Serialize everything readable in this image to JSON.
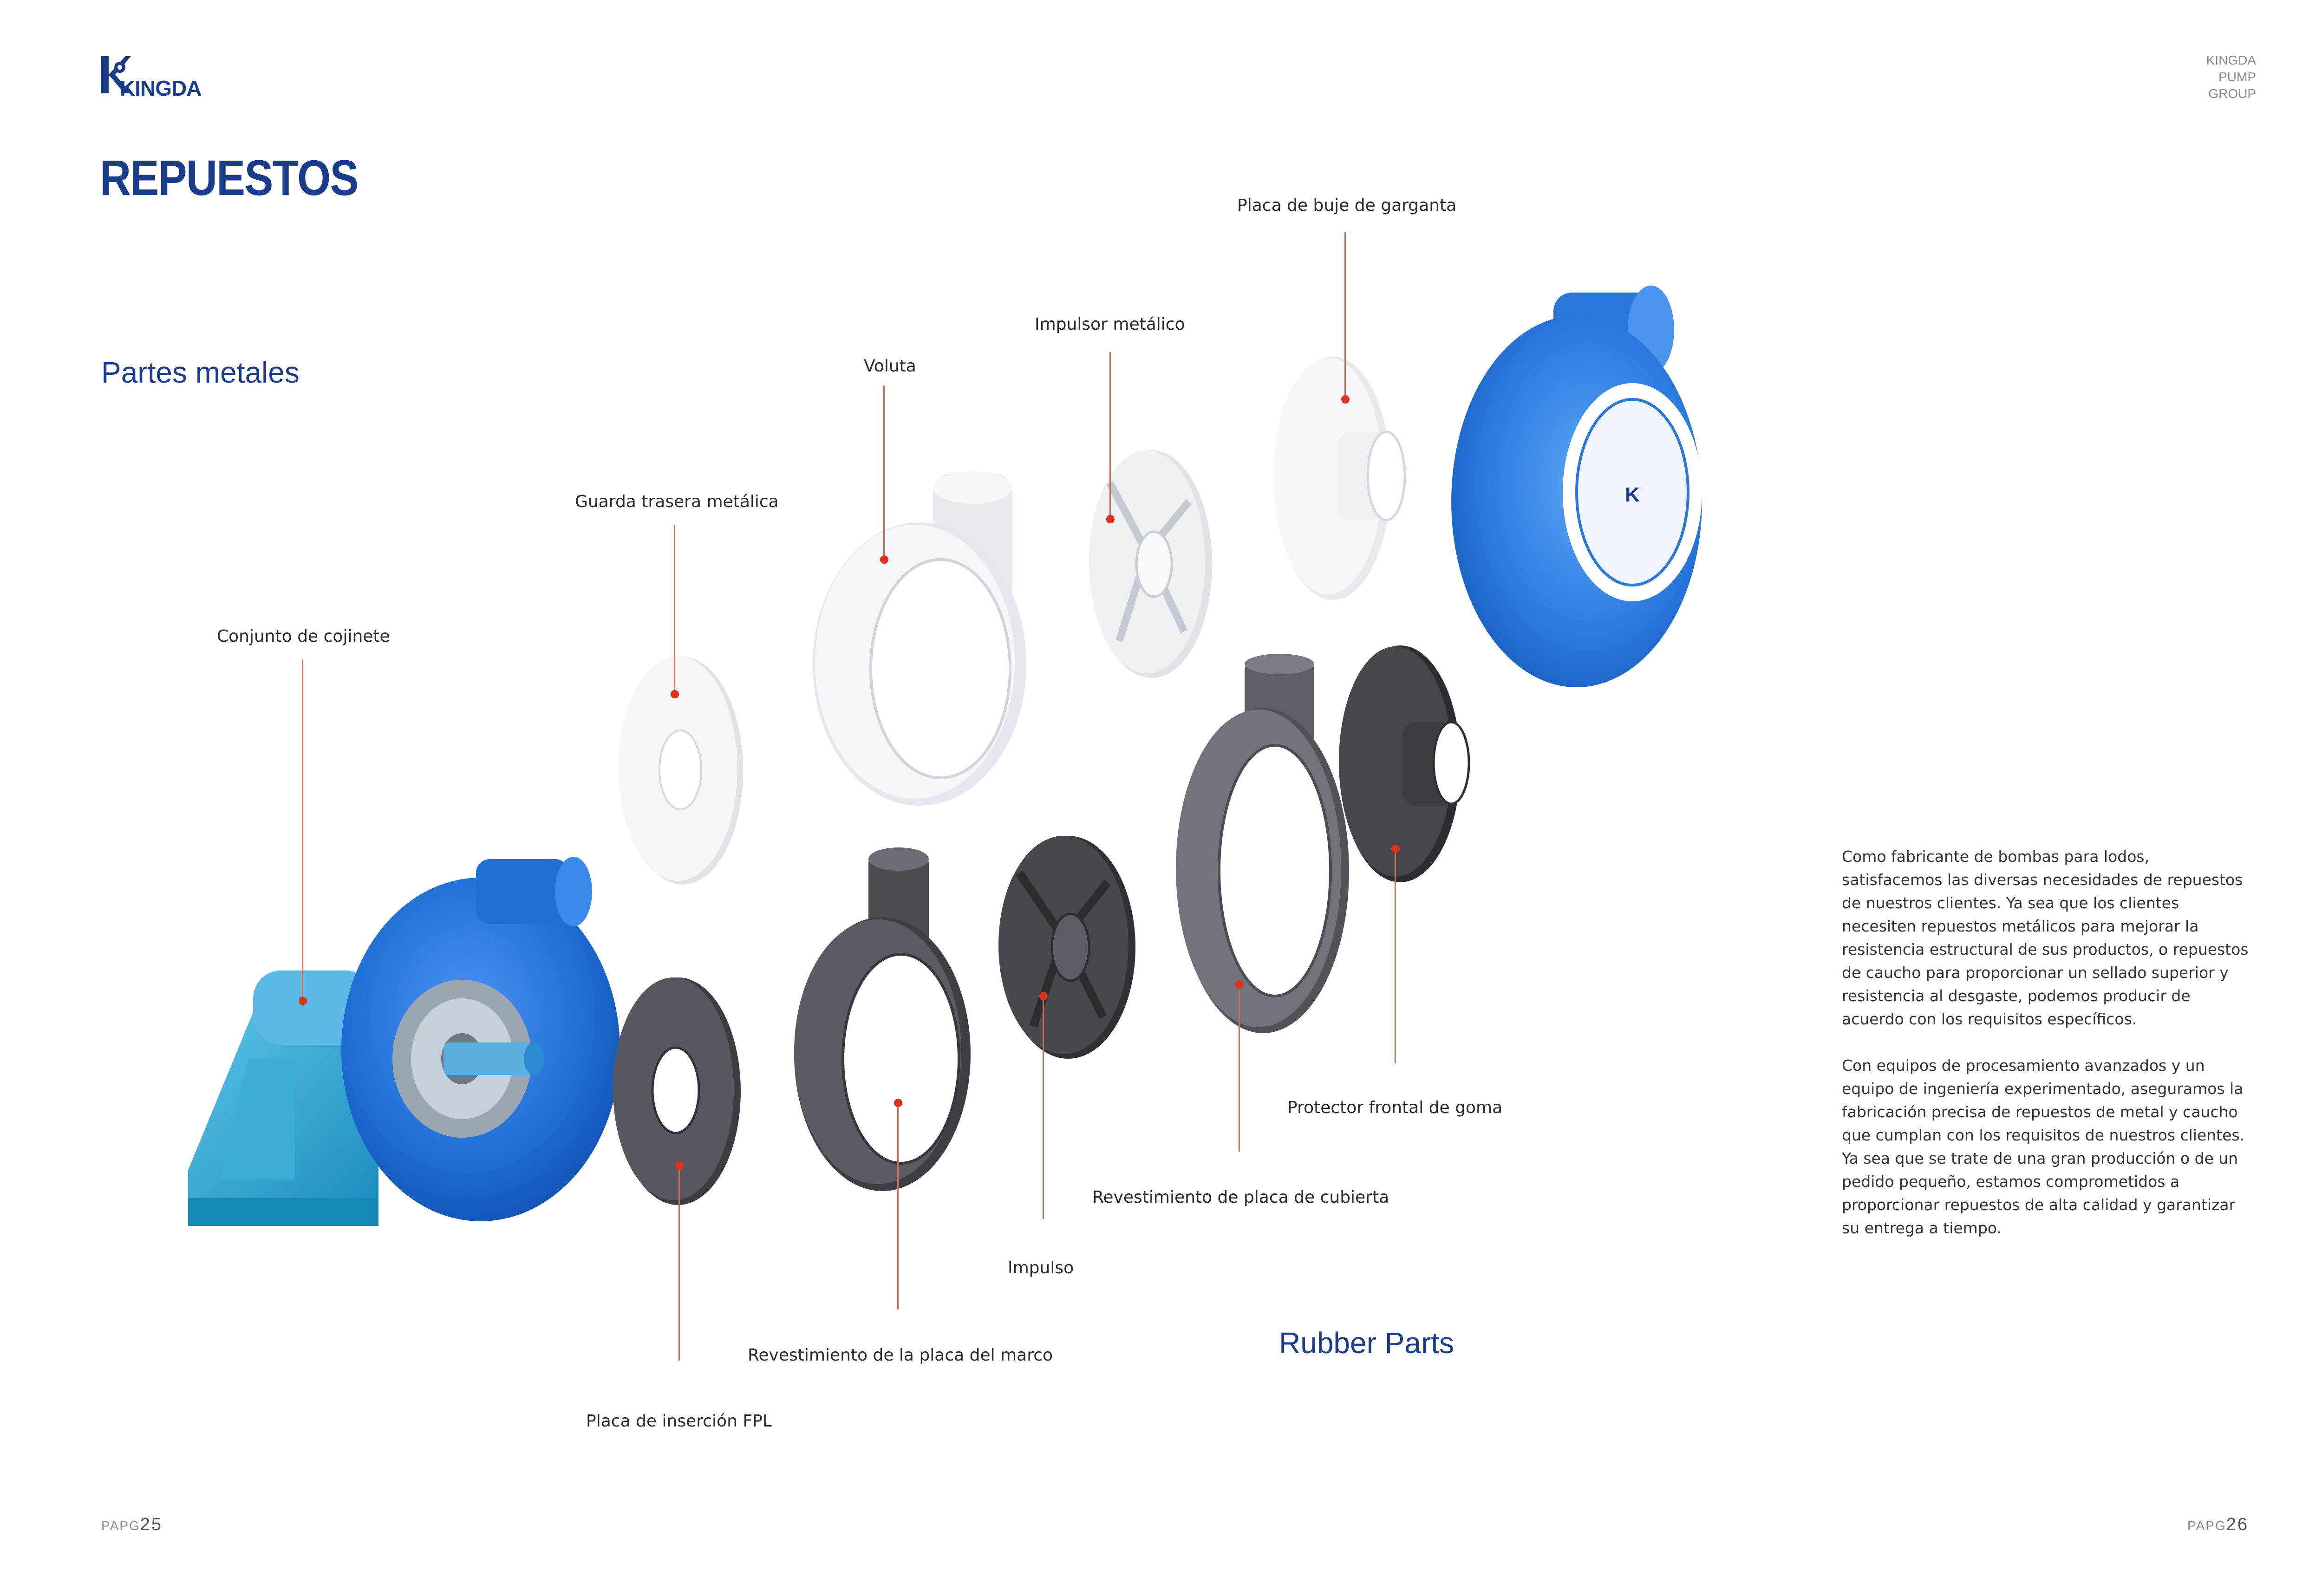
{
  "brand": {
    "logo_text": "KINGDA",
    "group_lines": [
      "KINGDA",
      "PUMP",
      "GROUP"
    ]
  },
  "page": {
    "title": "REPUESTOS",
    "section_metal": "Partes metales",
    "section_rubber": "Rubber Parts"
  },
  "labels": {
    "throat_bush": "Placa de buje de garganta",
    "metal_impeller": "Impulsor metálico",
    "volute": "Voluta",
    "metal_back_guard": "Guarda trasera metálica",
    "bearing_assembly": "Conjunto de cojinete",
    "rubber_front_guard": "Protector frontal de goma",
    "cover_plate_liner": "Revestimiento de placa de cubierta",
    "impeller": "Impulso",
    "frame_plate_liner": "Revestimiento de la placa del marco",
    "fpl_insert": "Placa de inserción FPL"
  },
  "description": {
    "paragraph_1": "Como fabricante de bombas para lodos, satisfacemos las diversas necesidades de repuestos de nuestros clientes. Ya sea que los clientes necesiten repuestos metálicos para mejorar la resistencia estructural de sus productos, o repuestos de caucho para proporcionar un sellado superior y resistencia al desgaste, podemos producir de acuerdo con los requisitos específicos.",
    "paragraph_2": "Con equipos de procesamiento avanzados y un equipo de ingeniería experimentado, aseguramos la fabricación precisa de repuestos de metal y caucho que cumplan con los requisitos de nuestros clientes. Ya sea que se trate de una gran producción o de un pedido pequeño, estamos comprometidos a proporcionar repuestos de alta calidad y garantizar su entrega a tiempo."
  },
  "footer": {
    "left_prefix": "PAPG",
    "left_number": "25",
    "right_prefix": "PAPG",
    "right_number": "26"
  },
  "colors": {
    "brand_blue": "#1a3c8a",
    "pump_blue": "#1f6fd6",
    "leader_red": "#e0311e",
    "metal_part": "#e9ecf0",
    "rubber_part": "#4a4d52"
  },
  "icons": [
    "kingda-logo-icon",
    "pump-illustration",
    "part-illustration"
  ]
}
